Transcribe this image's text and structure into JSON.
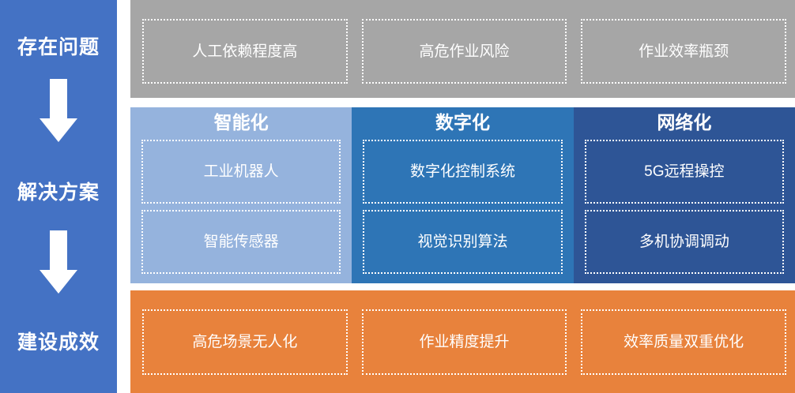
{
  "theme": {
    "sidebar_color": "#4472C4",
    "problems_band_color": "#A6A6A6",
    "solution_col_colors": [
      "#95B3DD",
      "#2E75B6",
      "#2E5596"
    ],
    "results_band_color": "#E8823C",
    "text_color": "#FFFFFF"
  },
  "sidebar": {
    "stages": [
      {
        "label": "存在问题"
      },
      {
        "label": "解决方案"
      },
      {
        "label": "建设成效"
      }
    ],
    "arrows": [
      {
        "name": "down-arrow-problems-to-solutions"
      },
      {
        "name": "down-arrow-solutions-to-results"
      }
    ]
  },
  "problems": {
    "items": [
      {
        "label": "人工依赖程度高"
      },
      {
        "label": "高危作业风险"
      },
      {
        "label": "作业效率瓶颈"
      }
    ]
  },
  "solutions": {
    "columns": [
      {
        "header": "智能化",
        "items": [
          {
            "label": "工业机器人"
          },
          {
            "label": "智能传感器"
          }
        ]
      },
      {
        "header": "数字化",
        "items": [
          {
            "label": "数字化控制系统"
          },
          {
            "label": "视觉识别算法"
          }
        ]
      },
      {
        "header": "网络化",
        "items": [
          {
            "label": "5G远程操控"
          },
          {
            "label": "多机协调调动"
          }
        ]
      }
    ]
  },
  "results": {
    "items": [
      {
        "label": "高危场景无人化"
      },
      {
        "label": "作业精度提升"
      },
      {
        "label": "效率质量双重优化"
      }
    ]
  }
}
